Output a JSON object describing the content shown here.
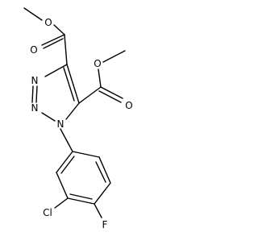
{
  "molecule": {
    "atoms": {
      "o1": "O",
      "o2": "O",
      "o3": "O",
      "o4": "O",
      "n1": "N",
      "n2": "N",
      "n3": "N",
      "cl": "Cl",
      "f": "F"
    }
  }
}
